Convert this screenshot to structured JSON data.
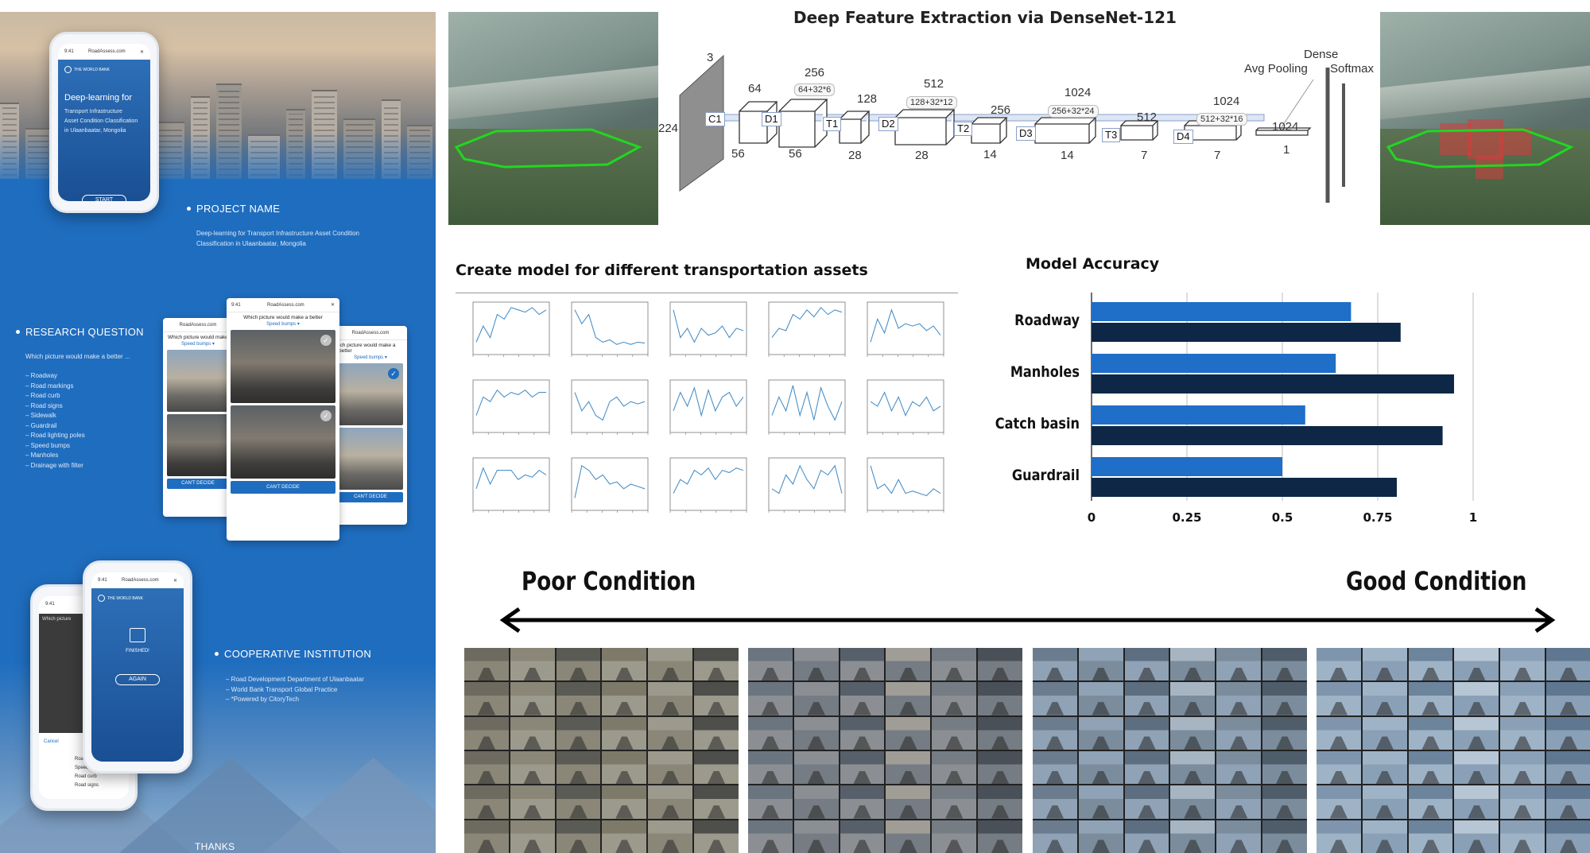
{
  "colors": {
    "panel_blue": "#1f6dbf",
    "bar_light": "#1f6ec7",
    "bar_dark": "#0e2747",
    "plot_line": "#4a90c8",
    "outline_green": "#22d622"
  },
  "left": {
    "hero_phone": {
      "status_time": "9:41",
      "url": "RoadAssess.com",
      "close": "✕",
      "logo_text": "THE WORLD BANK",
      "title": "Deep-learning for",
      "subtitle_lines": [
        "Transport Infrastructure",
        "Asset Condition Classification",
        "in Ulaanbaatar, Mongolia"
      ],
      "button": "START"
    },
    "project": {
      "heading": "PROJECT NAME",
      "lines": [
        "Deep-learning for Transport Infrastructure Asset Condition",
        "Classification in Ulaanbaatar, Mongolia"
      ]
    },
    "research": {
      "heading": "RESEARCH QUESTION",
      "question": "Which picture would make a better ...",
      "items": [
        "– Roadway",
        "– Road markings",
        "– Road curb",
        "– Road signs",
        "– Sidewalk",
        "– Guardrail",
        "– Road lighting poles",
        "– Speed bumps",
        "– Manholes",
        "– Drainage with filter"
      ]
    },
    "cards": {
      "status_time": "9:41",
      "url": "RoadAssess.com",
      "question_full": "Which picture would make a better",
      "question_left": "Which picture would make",
      "question_right": "ich picture would make a better",
      "speed_bumps": "Speed bumps ▾",
      "cant_decide": "CAN'T DECIDE"
    },
    "cooperative": {
      "heading": "COOPERATIVE INSTITUTION",
      "lines": [
        "– Road Development Department of Ulaanbaatar",
        "– World Bank Transport Global Practice",
        "– *Powered by CitoryTech"
      ]
    },
    "finish_phone": {
      "status_time": "9:41",
      "url": "RoadAssess.com",
      "logo_text": "THE WORLD BANK",
      "finished": "FINISHED!",
      "button": "AGAIN",
      "back_lines": [
        "Which picture",
        "Cancel",
        "Road",
        "Speed",
        "Road curb",
        "Road signs"
      ]
    },
    "thanks": "THANKS"
  },
  "diagram": {
    "title": "Deep Feature Extraction via DenseNet-121",
    "input_top": "3",
    "input_side": "224",
    "blocks": [
      "C1",
      "D1",
      "T1",
      "D2",
      "T2",
      "D3",
      "T3",
      "D4"
    ],
    "channels": [
      "64",
      "256",
      "128",
      "512",
      "256",
      "1024",
      "512",
      "1024",
      "1024"
    ],
    "growth": [
      "64+32*6",
      "128+32*12",
      "256+32*24",
      "512+32*16"
    ],
    "sizes": [
      "56",
      "56",
      "28",
      "28",
      "14",
      "14",
      "7",
      "7",
      "1"
    ],
    "avg_pooling": "Avg Pooling",
    "dense": "Dense",
    "softmax": "Softmax"
  },
  "plots": {
    "title": "Create model for different transportation assets",
    "series": [
      [
        0.2,
        0.55,
        0.3,
        0.8,
        0.7,
        0.95,
        0.9,
        0.85,
        0.95,
        0.8,
        0.9
      ],
      [
        0.9,
        0.6,
        0.8,
        0.3,
        0.2,
        0.25,
        0.15,
        0.2,
        0.15,
        0.2,
        0.18
      ],
      [
        0.9,
        0.3,
        0.5,
        0.2,
        0.5,
        0.35,
        0.4,
        0.55,
        0.3,
        0.5,
        0.45
      ],
      [
        0.3,
        0.5,
        0.45,
        0.8,
        0.7,
        0.9,
        0.75,
        0.95,
        0.8,
        0.9,
        0.85
      ],
      [
        0.2,
        0.7,
        0.4,
        0.9,
        0.5,
        0.6,
        0.55,
        0.6,
        0.45,
        0.55,
        0.35
      ],
      [
        0.3,
        0.7,
        0.6,
        0.85,
        0.7,
        0.8,
        0.75,
        0.85,
        0.7,
        0.8,
        0.8
      ],
      [
        0.8,
        0.4,
        0.6,
        0.3,
        0.2,
        0.6,
        0.7,
        0.5,
        0.6,
        0.55,
        0.6
      ],
      [
        0.4,
        0.8,
        0.5,
        0.9,
        0.3,
        0.85,
        0.4,
        0.7,
        0.8,
        0.5,
        0.7
      ],
      [
        0.3,
        0.7,
        0.4,
        0.95,
        0.3,
        0.8,
        0.2,
        0.9,
        0.5,
        0.2,
        0.6
      ],
      [
        0.6,
        0.5,
        0.8,
        0.4,
        0.7,
        0.3,
        0.6,
        0.5,
        0.7,
        0.4,
        0.5
      ],
      [
        0.4,
        0.85,
        0.5,
        0.8,
        0.8,
        0.8,
        0.6,
        0.7,
        0.65,
        0.8,
        0.7
      ],
      [
        0.2,
        0.9,
        0.8,
        0.6,
        0.7,
        0.5,
        0.55,
        0.4,
        0.5,
        0.45,
        0.4
      ],
      [
        0.3,
        0.6,
        0.5,
        0.8,
        0.7,
        0.85,
        0.6,
        0.8,
        0.75,
        0.85,
        0.8
      ],
      [
        0.4,
        0.3,
        0.7,
        0.5,
        0.9,
        0.6,
        0.4,
        0.8,
        0.7,
        0.9,
        0.3
      ],
      [
        0.9,
        0.4,
        0.5,
        0.3,
        0.6,
        0.3,
        0.35,
        0.3,
        0.25,
        0.4,
        0.3
      ]
    ]
  },
  "chart_data": {
    "type": "bar",
    "title": "Model Accuracy",
    "categories": [
      "Roadway",
      "Manholes",
      "Catch basin",
      "Guardrail"
    ],
    "series": [
      {
        "values": [
          0.68,
          0.64,
          0.56,
          0.5
        ]
      },
      {
        "values": [
          0.81,
          0.95,
          0.92,
          0.8
        ]
      }
    ],
    "xlim": [
      0,
      1
    ],
    "xticks": [
      "0",
      "0.25",
      "0.5",
      "0.75",
      "1"
    ],
    "orientation": "horizontal",
    "grid": true
  },
  "condition": {
    "poor": "Poor Condition",
    "good": "Good Condition"
  }
}
